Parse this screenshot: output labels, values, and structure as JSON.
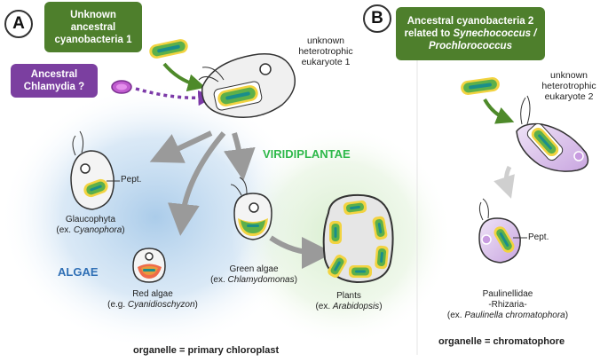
{
  "panel_a": {
    "letter": "A",
    "box_cyano": {
      "line1": "Unknown",
      "line2": "ancestral",
      "line3": "cyanobacteria 1"
    },
    "box_chlamydia": {
      "line1": "Ancestral",
      "line2": "Chlamydia ?"
    },
    "host_label": {
      "line1": "unknown",
      "line2": "heterotrophic",
      "line3": "eukaryote 1"
    },
    "viridiplantae": "VIRIDIPLANTAE",
    "algae": "ALGAE",
    "pept": "Pept.",
    "glaucophyta": {
      "line1": "Glaucophyta",
      "line2_prefix": "(ex. ",
      "line2_species": "Cyanophora",
      "line2_suffix": ")"
    },
    "red_algae": {
      "line1": "Red algae",
      "line2_prefix": "(e.g. ",
      "line2_species": "Cyanidioschyzon",
      "line2_suffix": ")"
    },
    "green_algae": {
      "line1": "Green algae",
      "line2_prefix": "(ex. ",
      "line2_species": "Chlamydomonas",
      "line2_suffix": ")"
    },
    "plants": {
      "line1": "Plants",
      "line2_prefix": "(ex. ",
      "line2_species": "Arabidopsis",
      "line2_suffix": ")"
    },
    "footer": "organelle = primary chloroplast"
  },
  "panel_b": {
    "letter": "B",
    "box_cyano2": {
      "line1": "Ancestral cyanobacteria 2",
      "line2_prefix": "related to ",
      "line2_species": "Synechococcus /",
      "line3_species": "Prochlorococcus"
    },
    "host_label": {
      "line1": "unknown",
      "line2": "heterotrophic",
      "line3": "eukaryote 2"
    },
    "pept": "Pept.",
    "paulinella": {
      "line1": "Paulinellidae",
      "line2": "-Rhizaria-",
      "line3_prefix": "(ex. ",
      "line3_species": "Paulinella chromatophora",
      "line3_suffix": ")"
    },
    "footer": "organelle = chromatophore"
  },
  "colors": {
    "green_box": "#4e7f2c",
    "purple_box": "#7b3fa0",
    "viridiplantae": "#2eb84a",
    "algae": "#2f6fb5",
    "arrow_grey": "#9a9a9a",
    "arrow_green": "#4e8a2a",
    "arrow_purple": "#7c3aa8"
  }
}
